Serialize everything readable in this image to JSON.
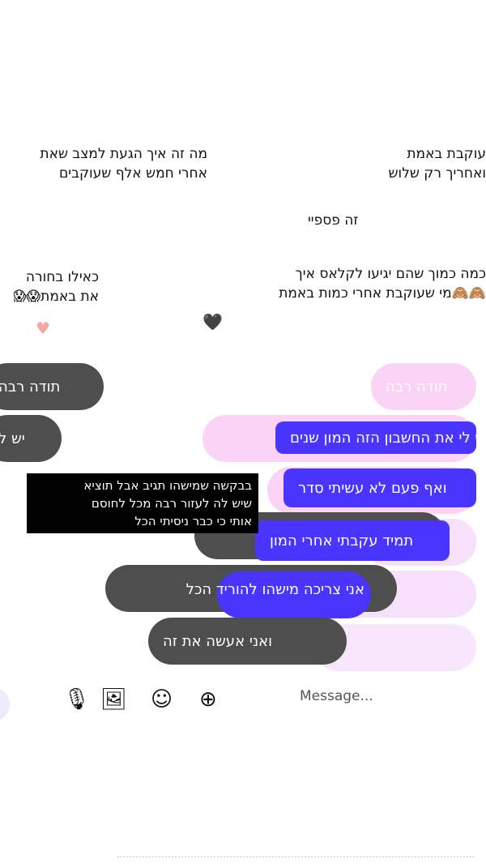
{
  "top_messages": {
    "left_line1": "מה זה איך הגעת למצב שאת",
    "left_line2": "אחרי חמש אלף שעוקבים",
    "right_line1": "עוקבת באמת",
    "right_line2": "ואחריך רק שלוש",
    "center": "זה פספיי",
    "right2_line1": "כמה כמוך שהם יגיעו לקלאס איך",
    "right2_line2": "מי שעוקבת אחרי כמות באמת",
    "left2_line1": "כאילו בחורה",
    "left2_line2": "את באמת"
  },
  "bubbles": {
    "thanks": "תודה רבה",
    "thanks_gray": "תודה רבה",
    "account": "יש לי את החשבון הזה המון שנים",
    "account_gray": "יש ל",
    "never": "ואף פעם לא עשיתי סדר",
    "always": "תמיד עקבתי אחרי המון",
    "need": "אני צריכה מישהו להוריד הכל",
    "do": "ואני אעשה את זה"
  },
  "notice": {
    "line1": "בבקשה שמישהו תגיב אבל תוציא",
    "line2": "שיש לה לעזור רבה מכל לחוסם",
    "line3": "אותי כי כבר ניסיתי הכל"
  },
  "composer": {
    "placeholder": "Message..."
  },
  "colors": {
    "pink": "#fbd3f7",
    "blue": "#4a34ff",
    "gray": "#4e4e4e"
  }
}
